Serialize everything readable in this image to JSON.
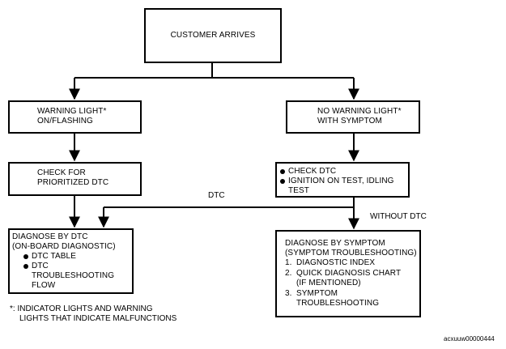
{
  "start": {
    "label": "CUSTOMER ARRIVES"
  },
  "left_branch": {
    "condition": [
      "WARNING LIGHT*",
      "ON/FLASHING"
    ],
    "check": [
      "CHECK FOR",
      "PRIORITIZED DTC"
    ],
    "diagnose": {
      "title": [
        "DIAGNOSE BY DTC",
        "(ON-BOARD DIAGNOSTIC)"
      ],
      "bullets": [
        [
          "DTC TABLE"
        ],
        [
          "DTC",
          "TROUBLESHOOTING",
          "FLOW"
        ]
      ]
    }
  },
  "right_branch": {
    "condition": [
      "NO WARNING LIGHT*",
      "WITH SYMPTOM"
    ],
    "check": [
      [
        "CHECK DTC"
      ],
      [
        "IGNITION ON TEST, IDLING",
        "TEST"
      ]
    ],
    "diagnose": {
      "title": [
        "DIAGNOSE BY SYMPTOM",
        "(SYMPTOM TROUBLESHOOTING)"
      ],
      "steps": [
        {
          "num": "1.",
          "lines": [
            "DIAGNOSTIC INDEX"
          ]
        },
        {
          "num": "2.",
          "lines": [
            "QUICK DIAGNOSIS CHART",
            "(IF MENTIONED)"
          ]
        },
        {
          "num": "3.",
          "lines": [
            "SYMPTOM",
            "TROUBLESHOOTING"
          ]
        }
      ]
    }
  },
  "edge_labels": {
    "dtc": "DTC",
    "without_dtc": "WITHOUT DTC"
  },
  "footnote": [
    "*: INDICATOR LIGHTS AND WARNING",
    "LIGHTS THAT INDICATE MALFUNCTIONS"
  ],
  "figure_ref": "acxuuw00000444"
}
